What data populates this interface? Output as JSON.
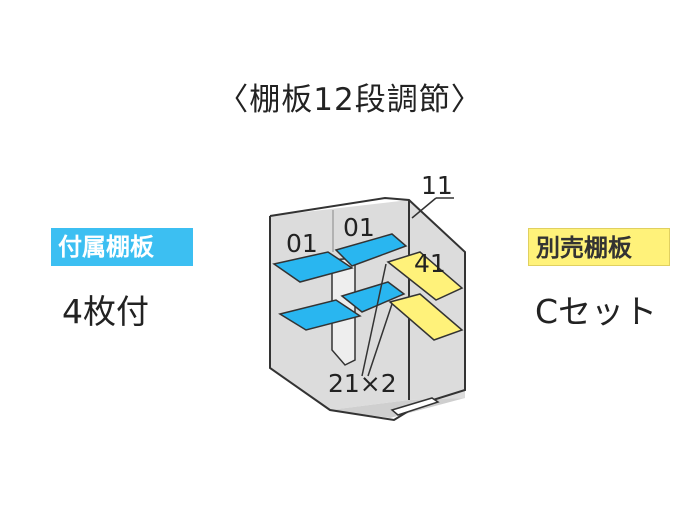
{
  "title": "〈棚板12段調節〉",
  "left": {
    "badge": "付属棚板",
    "text": "4枚付"
  },
  "right": {
    "badge": "別売棚板",
    "text": "Cセット"
  },
  "diagram": {
    "labels": {
      "shelf_a": "01",
      "shelf_b": "01",
      "top_count": "11",
      "yellow_count": "41",
      "post_count": "21×2"
    }
  },
  "colors": {
    "included_shelf": "#29b6f0",
    "optional_shelf": "#fff27a",
    "shed_body": "#dcdcdc",
    "left_badge_bg": "#3cbff2",
    "right_badge_bg": "#fff27a",
    "outline": "#333333"
  }
}
